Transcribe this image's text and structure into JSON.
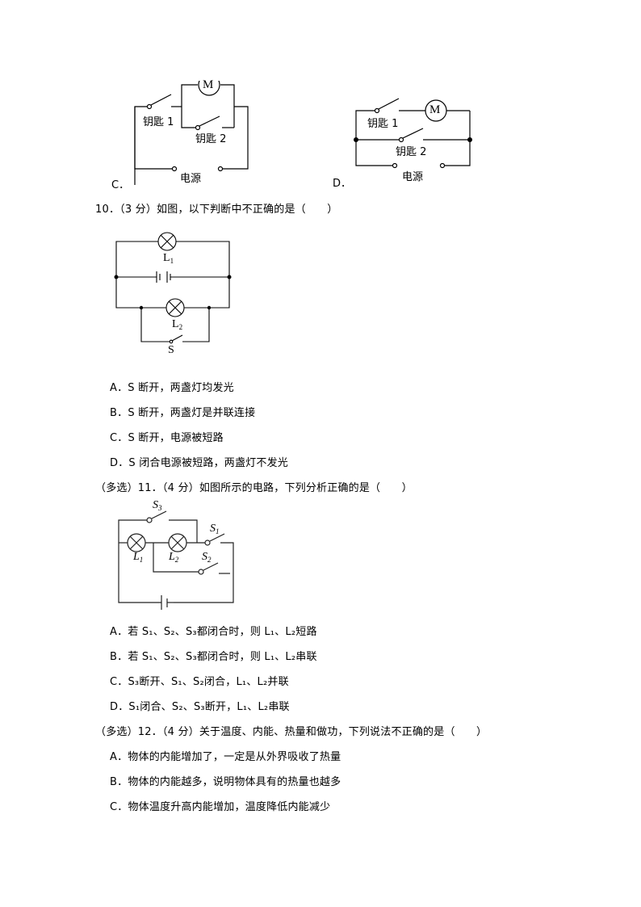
{
  "q9_options": {
    "C": {
      "letter": "C．",
      "key1": "钥匙 1",
      "key2": "钥匙 2",
      "power": "电源",
      "motor": "M"
    },
    "D": {
      "letter": "D．",
      "key1": "钥匙 1",
      "key2": "钥匙 2",
      "power": "电源",
      "motor": "M"
    }
  },
  "q10": {
    "stem": "10．（3 分）如图，以下判断中不正确的是（　　）",
    "figure": {
      "lamp1": "L",
      "lamp1_sub": "1",
      "lamp2": "L",
      "lamp2_sub": "2",
      "switch": "S"
    },
    "options": [
      {
        "letter": "A．",
        "text": "S 断开，两盏灯均发光"
      },
      {
        "letter": "B．",
        "text": "S 断开，两盏灯是并联连接"
      },
      {
        "letter": "C．",
        "text": "S 断开，电源被短路"
      },
      {
        "letter": "D．",
        "text": "S 闭合电源被短路，两盏灯不发光"
      }
    ]
  },
  "q11": {
    "stem": "（多选）11．（4 分）如图所示的电路，下列分析正确的是（　　）",
    "figure": {
      "s1": "S",
      "s1_sub": "1",
      "s2": "S",
      "s2_sub": "2",
      "s3": "S",
      "s3_sub": "3",
      "l1": "L",
      "l1_sub": "1",
      "l2": "L",
      "l2_sub": "2"
    },
    "options": [
      {
        "letter": "A．",
        "text": "若 S₁、S₂、S₃都闭合时，则 L₁、L₂短路"
      },
      {
        "letter": "B．",
        "text": "若 S₁、S₂、S₃都闭合时，则 L₁、L₂串联"
      },
      {
        "letter": "C．",
        "text": "S₃断开、S₁、S₂闭合，L₁、L₂并联"
      },
      {
        "letter": "D．",
        "text": "S₁闭合、S₂、S₃断开，L₁、L₂串联"
      }
    ]
  },
  "q12": {
    "stem": "（多选）12．（4 分）关于温度、内能、热量和做功，下列说法不正确的是（　　）",
    "options": [
      {
        "letter": "A．",
        "text": "物体的内能增加了，一定是从外界吸收了热量"
      },
      {
        "letter": "B．",
        "text": "物体的内能越多，说明物体具有的热量也越多"
      },
      {
        "letter": "C．",
        "text": "物体温度升高内能增加，温度降低内能减少"
      }
    ]
  }
}
